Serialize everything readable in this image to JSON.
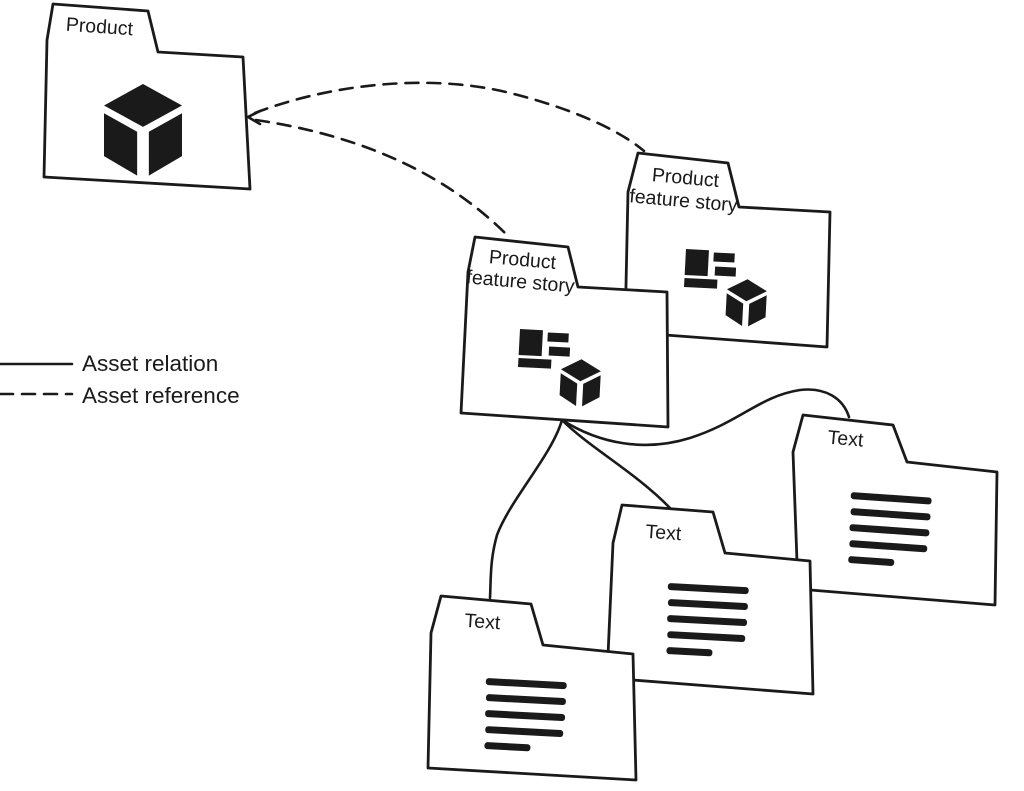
{
  "diagram": {
    "background_color": "#ffffff",
    "ink_color": "#1a1a1a",
    "folders": [
      {
        "id": "product",
        "label_lines": [
          "Product"
        ],
        "icon": "product-cube-icon"
      },
      {
        "id": "product-feature-story-top",
        "label_lines": [
          "Product",
          "feature story"
        ],
        "icon": "feature-story-icon"
      },
      {
        "id": "product-feature-story-middle",
        "label_lines": [
          "Product",
          "feature story"
        ],
        "icon": "feature-story-icon"
      },
      {
        "id": "text-right",
        "label_lines": [
          "Text"
        ],
        "icon": "text-lines-icon"
      },
      {
        "id": "text-middle",
        "label_lines": [
          "Text"
        ],
        "icon": "text-lines-icon"
      },
      {
        "id": "text-left",
        "label_lines": [
          "Text"
        ],
        "icon": "text-lines-icon"
      }
    ],
    "connections": [
      {
        "from": "product-feature-story-top",
        "to": "product",
        "type": "Asset reference",
        "line_style": "dashed"
      },
      {
        "from": "product-feature-story-middle",
        "to": "product",
        "type": "Asset reference",
        "line_style": "dashed"
      },
      {
        "from": "product-feature-story-middle",
        "to": "text-left",
        "type": "Asset relation",
        "line_style": "solid"
      },
      {
        "from": "product-feature-story-middle",
        "to": "text-middle",
        "type": "Asset relation",
        "line_style": "solid"
      },
      {
        "from": "product-feature-story-middle",
        "to": "text-right",
        "type": "Asset relation",
        "line_style": "solid"
      }
    ]
  },
  "legend": {
    "items": [
      {
        "label": "Asset relation",
        "line_style": "solid"
      },
      {
        "label": "Asset reference",
        "line_style": "dashed"
      }
    ]
  }
}
